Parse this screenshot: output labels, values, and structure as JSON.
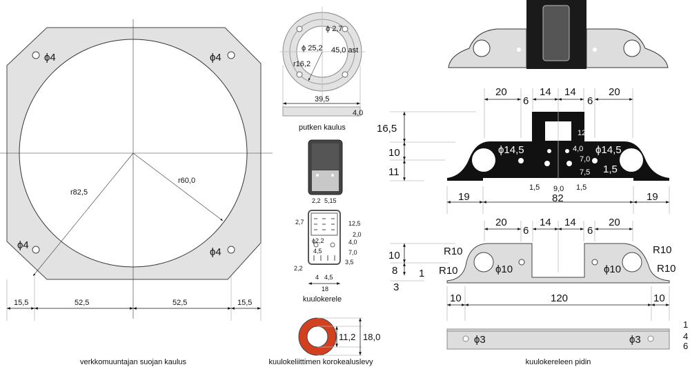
{
  "collar": {
    "caption": "verkkomuuntajan suojan kaulus",
    "hole_labels": [
      "ϕ4",
      "ϕ4",
      "ϕ4",
      "ϕ4"
    ],
    "radius_outer": "r82,5",
    "radius_inner": "r60,0",
    "dims": [
      "15,5",
      "52,5",
      "52,5",
      "15,5"
    ]
  },
  "pipe_collar": {
    "caption": "putken kaulus",
    "hole": "ϕ 2,7",
    "diameter": "ϕ 25,2",
    "angle": "45,0 ast",
    "radius": "r16,2",
    "width": "39,5",
    "thickness": "4,0"
  },
  "relay": {
    "caption": "kuulokerele",
    "dims_top": [
      "2,2",
      "5,15"
    ],
    "dims_left": [
      "2,7",
      "2,2"
    ],
    "dims_right": [
      "12,5",
      "2,0",
      "4,0",
      "7,0",
      "3,5"
    ],
    "hole": "ϕ2,2",
    "hole_offset": "4,5",
    "dims_bottom": [
      "4",
      "4,5"
    ],
    "width": "18"
  },
  "washer": {
    "caption": "kuulokeliittimen korokealuslevy",
    "inner": "11,2",
    "outer": "18,0",
    "color": "#d2401f"
  },
  "holder": {
    "caption": "kuulokereleen pidin",
    "top_dims": [
      "20",
      "6",
      "14",
      "14",
      "6",
      "20"
    ],
    "left_dims": [
      "16,5",
      "10",
      "11"
    ],
    "window": [
      "7",
      "7",
      "12"
    ],
    "big_holes": [
      "ϕ14,5",
      "ϕ14,5"
    ],
    "hole_dims": [
      "4,0",
      "7,0",
      "7,5",
      "1,5"
    ],
    "bottom_small": [
      "1,5",
      "9,0",
      "1,5"
    ],
    "bottom_dims": [
      "19",
      "82",
      "19"
    ],
    "bent_top_dims": [
      "20",
      "6",
      "14",
      "14",
      "6",
      "20"
    ],
    "bent_left_dims": [
      "10",
      "8",
      "3",
      "1"
    ],
    "radii": [
      "R10",
      "R10",
      "R10",
      "R10"
    ],
    "bent_holes": [
      "ϕ10",
      "ϕ10"
    ],
    "bent_bottom_dims": [
      "10",
      "120",
      "10"
    ],
    "strip_holes": [
      "ϕ3",
      "ϕ3"
    ],
    "strip_dims": [
      "1",
      "4",
      "6"
    ]
  }
}
